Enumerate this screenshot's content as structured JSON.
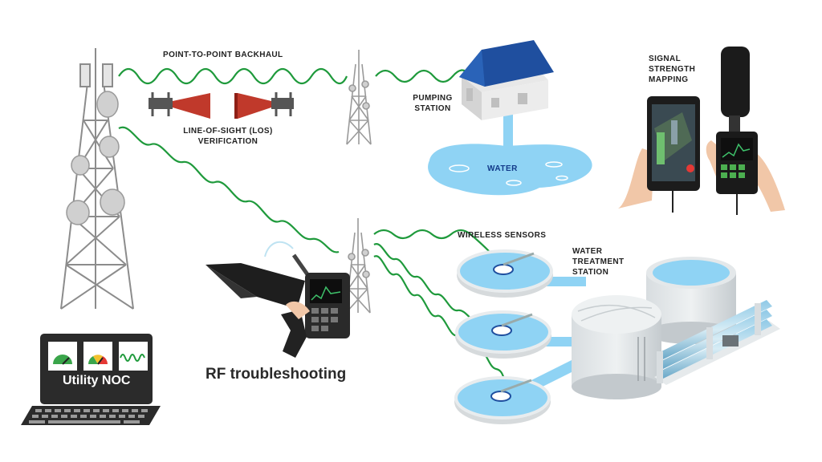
{
  "labels": {
    "backhaul": "POINT-TO-POINT BACKHAUL",
    "los_line1": "LINE-OF-SIGHT (LoS)",
    "los_line2": "VERIFICATION",
    "pumping_line1": "PUMPING",
    "pumping_line2": "STATION",
    "water": "WATER",
    "signal_line1": "SIGNAL",
    "signal_line2": "STRENGTH",
    "signal_line3": "MAPPING",
    "wireless_sensors": "WIRELESS SENSORS",
    "treatment_line1": "WATER",
    "treatment_line2": "TREATMENT",
    "treatment_line3": "STATION",
    "rf_troubleshooting": "RF troubleshooting",
    "utility_noc": "Utility NOC"
  },
  "colors": {
    "signal_wave": "#1f9a3c",
    "water": "#8fd3f4",
    "roof": "#1f4f9f",
    "tower": "#9a9a9a",
    "laptop": "#2b2b2b"
  },
  "icons": [
    "cell-tower-icon",
    "antenna-icon",
    "house-icon",
    "tablet-icon",
    "spectrum-analyzer-icon",
    "laptop-icon",
    "gauge-icon",
    "water-tank-icon",
    "filter-rack-icon"
  ]
}
